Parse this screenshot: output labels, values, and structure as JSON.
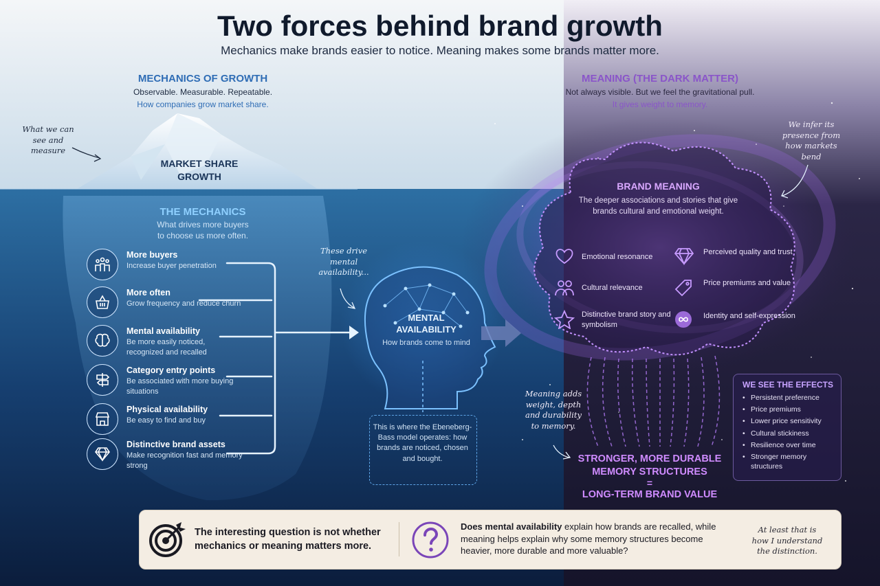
{
  "header": {
    "title": "Two forces behind brand growth",
    "subtitle": "Mechanics make brands easier to notice. Meaning makes some brands matter more."
  },
  "mechanics": {
    "heading": "MECHANICS OF GROWTH",
    "line1": "Observable. Measurable. Repeatable.",
    "line2": "How companies grow market share.",
    "note_visible": "What we can see and measure",
    "tip_label_1": "MARKET SHARE",
    "tip_label_2": "GROWTH",
    "section_title": "THE MECHANICS",
    "section_desc_1": "What drives more buyers",
    "section_desc_2": "to choose us more often.",
    "items": [
      {
        "label": "More buyers",
        "desc": "Increase buyer penetration",
        "icon": "people-icon"
      },
      {
        "label": "More often",
        "desc": "Grow frequency and reduce churn",
        "icon": "basket-icon"
      },
      {
        "label": "Mental availability",
        "desc": "Be more easily noticed, recognized and recalled",
        "icon": "brain-icon"
      },
      {
        "label": "Category entry points",
        "desc": "Be associated with more buying situations",
        "icon": "signpost-icon"
      },
      {
        "label": "Physical availability",
        "desc": "Be easy to find and buy",
        "icon": "store-icon"
      },
      {
        "label": "Distinctive brand assets",
        "desc": "Make recognition fast and memory strong",
        "icon": "diamond-icon"
      }
    ]
  },
  "mental": {
    "note": "These drive mental availability...",
    "title_1": "MENTAL",
    "title_2": "AVAILABILITY",
    "desc": "How brands come to mind",
    "ebb_text": "This is where the Ebeneberg-Bass model operates: how brands are noticed, chosen and bought."
  },
  "meaning": {
    "heading": "MEANING (THE DARK MATTER)",
    "line1": "Not always visible. But we feel the gravitational pull.",
    "line2": "It gives weight to memory.",
    "note_infer": "We infer its presence from how markets bend",
    "brand_title": "BRAND MEANING",
    "brand_desc": "The deeper associations and stories that give brands cultural and emotional weight.",
    "items": [
      {
        "label": "Emotional resonance",
        "icon": "heart-icon"
      },
      {
        "label": "Perceived quality and trust",
        "icon": "gem-icon"
      },
      {
        "label": "Cultural relevance",
        "icon": "community-icon"
      },
      {
        "label": "Price premiums and value",
        "icon": "price-tag-icon"
      },
      {
        "label": "Distinctive brand story and symbolism",
        "icon": "star-icon"
      },
      {
        "label": "Identity and self-expression",
        "icon": "infinity-icon"
      }
    ],
    "note_weight": "Meaning adds weight, depth and durability to memory.",
    "effects_title": "WE SEE THE EFFECTS",
    "effects": [
      "Persistent preference",
      "Price premiums",
      "Lower price sensitivity",
      "Cultural stickiness",
      "Resilience over time",
      "Stronger memory structures"
    ],
    "memory_1": "STRONGER, MORE DURABLE",
    "memory_2": "MEMORY STRUCTURES",
    "equals": "=",
    "memory_3": "LONG-TERM BRAND VALUE"
  },
  "bottom": {
    "left_text": "The interesting question is not whether mechanics or meaning matters more.",
    "right_bold": "Does mental availability",
    "right_text": " explain how brands are recalled, while meaning helps explain why some memory structures become heavier, more durable and more valuable?",
    "note": "At least that is how I understand the distinction."
  },
  "colors": {
    "mechanics_accent": "#2f6db5",
    "meaning_accent": "#8a55c9",
    "memory_accent": "#cf8bff"
  }
}
